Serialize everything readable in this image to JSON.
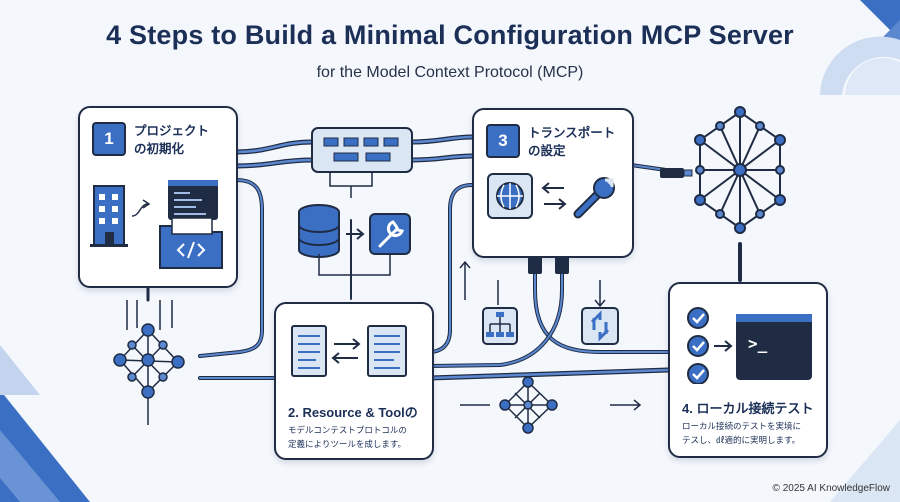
{
  "header": {
    "title": "4 Steps to Build a Minimal Configuration MCP Server",
    "subtitle": "for the Model Context Protocol (MCP)"
  },
  "steps": [
    {
      "badge": "1",
      "title_line1": "プロジェクト",
      "title_line2": "の初期化"
    },
    {
      "title": "2. Resource & Toolの",
      "desc_line1": "モデルコンテストプロトコルの",
      "desc_line2": "定義によりツールを成します。"
    },
    {
      "badge": "3",
      "title_line1": "トランスポート",
      "title_line2": "の設定"
    },
    {
      "title": "4. ローカル接続テスト",
      "desc_line1": "ローカル接続のテストを実境に",
      "desc_line2": "テスし、㎗適的に実明します。"
    }
  ],
  "terminal": {
    "prompt": ">_"
  },
  "footer": {
    "copyright": "© 2025 AI KnowledgeFlow"
  },
  "colors": {
    "accent": "#3b6fc4",
    "dark": "#1f2c44",
    "title": "#1b2f57",
    "light": "#dce8f7"
  }
}
